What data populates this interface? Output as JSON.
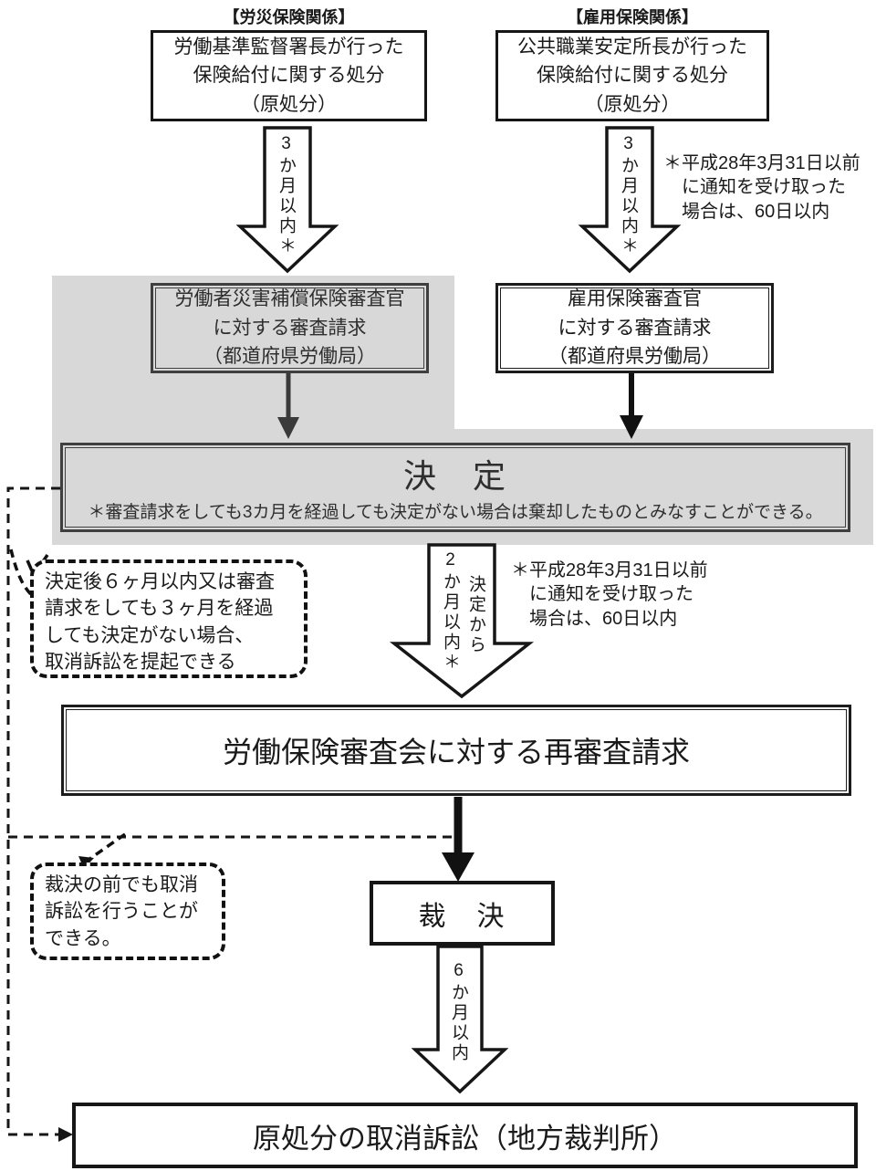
{
  "headers": {
    "left": "【労災保険関係】",
    "right": "【雇用保険関係】"
  },
  "boxes": {
    "rousai_shobun": "労働基準監督署長が行った\n保険給付に関する処分\n（原処分）",
    "koyou_shobun": "公共職業安定所長が行った\n保険給付に関する処分\n（原処分）",
    "rousai_shinsa": "労働者災害補償保険審査官\nに対する審査請求\n（都道府県労働局）",
    "koyou_shinsa": "雇用保険審査官\nに対する審査請求\n（都道府県労働局）",
    "kettei_title": "決　定",
    "kettei_note": "＊審査請求をしても3カ月を経過しても決定がない場合は棄却したものとみなすことができる。",
    "saishinsa": "労働保険審査会に対する再審査請求",
    "saiketsu": "裁　決",
    "torikeshi": "原処分の取消訴訟（地方裁判所）"
  },
  "arrows": {
    "left_3months": "3か月以内＊",
    "right_3months": "3か月以内＊",
    "middle_2months": "2か月以内＊",
    "middle_from_decision": "決定から",
    "six_months": "6か月以内"
  },
  "notes": {
    "heisei_note_top": "＊平成28年3月31日以前\n　に通知を受け取った\n　場合は、60日以内",
    "heisei_note_middle": "＊平成28年3月31日以前\n　に通知を受け取った\n　場合は、60日以内"
  },
  "callouts": {
    "callout_6months": "決定後６ヶ月以内又は審査\n請求をしても３ヶ月を経過\nしても決定がない場合、\n取消訴訟を提起できる",
    "callout_before_saiketsu": "裁決の前でも取消\n訴訟を行うことが\nできる。"
  },
  "colors": {
    "gray_bg": "#d9d8d8",
    "line": "#161616"
  }
}
